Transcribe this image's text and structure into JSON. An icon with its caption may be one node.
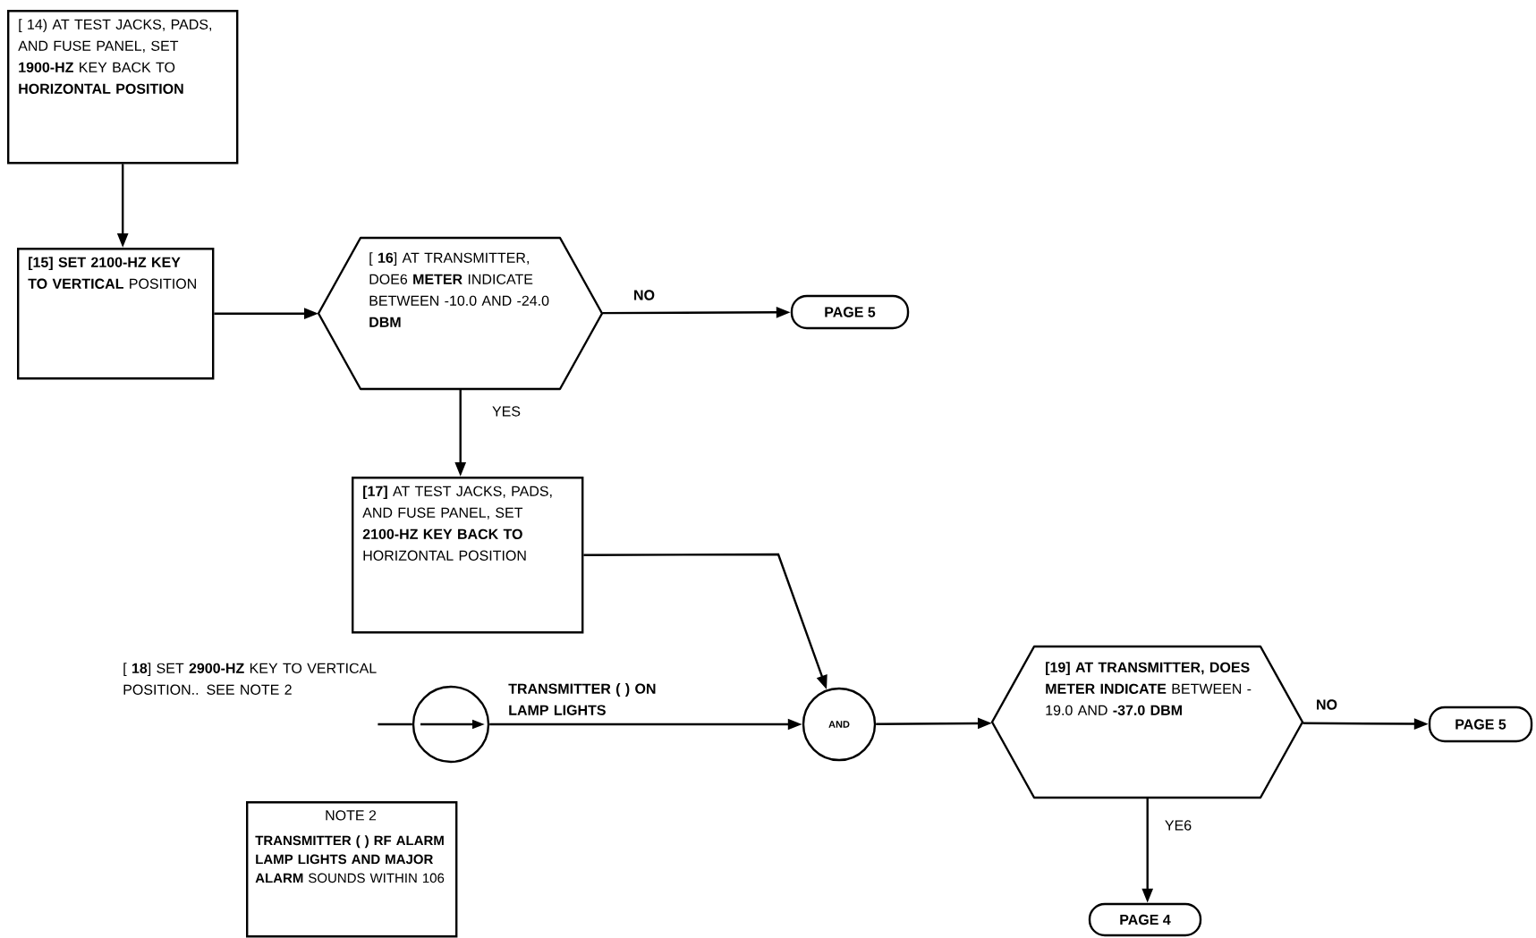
{
  "diagram": {
    "nodes": [
      {
        "text": [
          "[ 14) AT TEST JACKS, PADS, AND FUSE PANEL, SET **1900-HZ** KEY BACK TO **HORIZONTAL POSITION**"
        ]
      },
      {
        "text": [
          "**[15] SET 2100-HZ KEY TO VERTICAL** POSITION"
        ]
      },
      {
        "text": [
          "[ **16**] AT TRANSMITTER, DOE6 **METER** INDICATE BETWEEN -10.0 AND -24.0 **DBM**"
        ]
      },
      {
        "text": [
          "PAGE 5"
        ]
      },
      {
        "text": [
          "**[17]** AT TEST JACKS, PADS, AND FUSE PANEL, SET **2100-HZ KEY BACK TO** HORIZONTAL POSITION"
        ]
      },
      {
        "text": [
          "[ **18**] SET **2900-HZ** KEY TO VERTICAL POSITION.. SEE NOTE 2"
        ]
      },
      {
        "text": [],
        "shape": "circle"
      },
      {
        "text": [
          "AND"
        ]
      },
      {
        "text": [
          "**[19] AT TRANSMITTER, DOES METER INDICATE** BETWEEN -19.0 AND **-37.0 DBM**"
        ]
      },
      {
        "text": [
          "PAGE 5"
        ]
      },
      {
        "text": [
          "PAGE 4"
        ]
      },
      {
        "text": [
          "NOTE 2",
          "**TRANSMITTER ( ) RF ALARM LAMP LIGHTS AND MAJOR ALARM** SOUNDS WITHIN 106"
        ]
      }
    ],
    "edges": [
      {
        "from": 0,
        "to": 1,
        "arrow": "to"
      },
      {
        "from": 1,
        "to": 2,
        "arrow": "to"
      },
      {
        "from": 2,
        "to": 3,
        "arrow": "to",
        "label": "NO"
      },
      {
        "from": 2,
        "to": 4,
        "arrow": "to",
        "label": "YES"
      },
      {
        "from": 4,
        "to": 7,
        "arrow": "to"
      },
      {
        "from": 5,
        "to": 6,
        "arrow": "none"
      },
      {
        "from": 6,
        "to": 7,
        "arrow": "to",
        "label": "TRANSMITTER ( ) ON LAMP LIGHTS"
      },
      {
        "from": 7,
        "to": 8,
        "arrow": "to"
      },
      {
        "from": 8,
        "to": 9,
        "arrow": "to",
        "label": "NO"
      },
      {
        "from": 8,
        "to": 10,
        "arrow": "to",
        "label": "YE6"
      }
    ]
  }
}
